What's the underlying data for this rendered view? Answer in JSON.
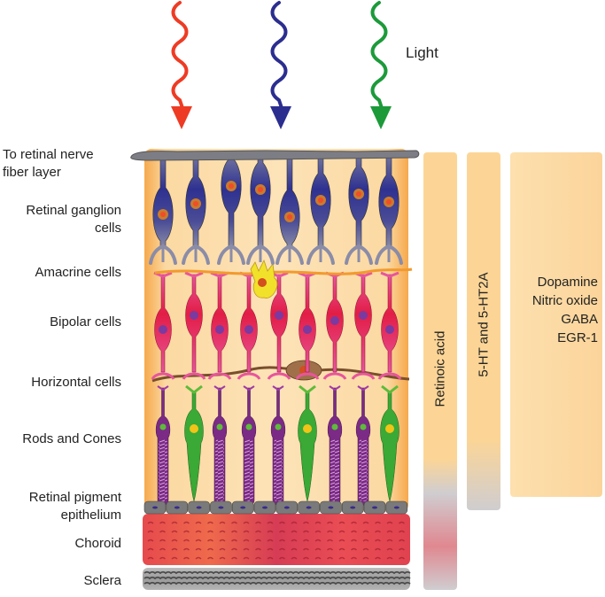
{
  "title_label": "Light",
  "light_arrows": [
    {
      "name": "red-light",
      "color": "#ee3b24"
    },
    {
      "name": "blue-light",
      "color": "#2b2e8f"
    },
    {
      "name": "green-light",
      "color": "#1c9a3a"
    }
  ],
  "layer_labels": [
    {
      "id": "nerve-fiber",
      "lines": [
        "To retinal nerve",
        "fiber layer"
      ]
    },
    {
      "id": "ganglion",
      "lines": [
        "Retinal ganglion",
        "cells"
      ]
    },
    {
      "id": "amacrine",
      "lines": [
        "Amacrine cells"
      ]
    },
    {
      "id": "bipolar",
      "lines": [
        "Bipolar cells"
      ]
    },
    {
      "id": "horizontal",
      "lines": [
        "Horizontal cells"
      ]
    },
    {
      "id": "rods-cones",
      "lines": [
        "Rods and Cones"
      ]
    },
    {
      "id": "rpe",
      "lines": [
        "Retinal pigment",
        "epithelium"
      ]
    },
    {
      "id": "choroid",
      "lines": [
        "Choroid"
      ]
    },
    {
      "id": "sclera",
      "lines": [
        "Sclera"
      ]
    }
  ],
  "signal_bars": [
    {
      "id": "retinoic-acid",
      "label": "Retinoic acid"
    },
    {
      "id": "serotonin",
      "label": "5-HT and 5-HT2A"
    },
    {
      "id": "other",
      "lines": [
        "Dopamine",
        "Nitric oxide",
        "GABA",
        "EGR-1"
      ]
    }
  ],
  "colors": {
    "retina_bg": "#f9b863",
    "ganglion": "#2e3190",
    "bipolar": "#e21d45",
    "amacrine": "#f2e12a",
    "horizontal": "#8b5e3c",
    "rod": "#7b2a85",
    "cone": "#3aa935",
    "rpe": "#7a7a7a",
    "choroid": "#e0424f",
    "sclera": "#8e8e8e"
  }
}
